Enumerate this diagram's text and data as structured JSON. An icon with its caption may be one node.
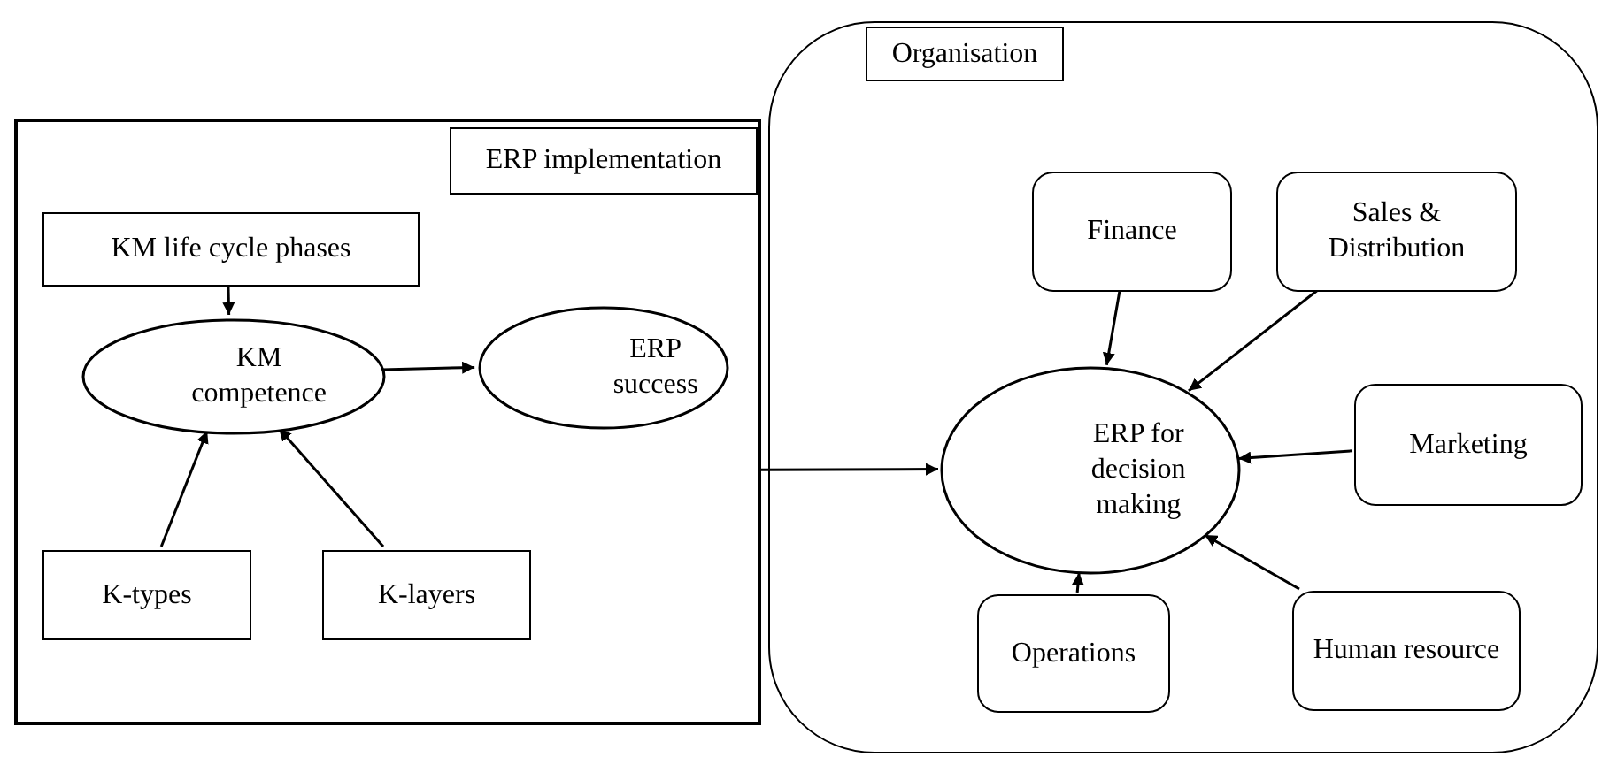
{
  "diagram": {
    "nodes": [
      {
        "text": [
          "Organisation"
        ]
      },
      {
        "text": [
          "ERP implementation"
        ]
      },
      {
        "text": [
          "KM life cycle phases"
        ],
        "in": 1
      },
      {
        "text": [
          "KM competence"
        ],
        "in": 1
      },
      {
        "text": [
          "ERP success"
        ],
        "in": 1
      },
      {
        "text": [
          "K-types"
        ],
        "in": 1
      },
      {
        "text": [
          "K-layers"
        ],
        "in": 1
      },
      {
        "text": [
          "Finance"
        ],
        "in": 0
      },
      {
        "text": [
          "Sales & Distribution"
        ],
        "in": 0
      },
      {
        "text": [
          "ERP for decision making"
        ],
        "in": 0
      },
      {
        "text": [
          "Marketing"
        ],
        "in": 0
      },
      {
        "text": [
          "Operations"
        ],
        "in": 0
      },
      {
        "text": [
          "Human resource"
        ],
        "in": 0
      }
    ],
    "edges": [
      {
        "from": 2,
        "to": 3,
        "arrow": "to"
      },
      {
        "from": 5,
        "to": 3,
        "arrow": "to"
      },
      {
        "from": 6,
        "to": 3,
        "arrow": "to"
      },
      {
        "from": 3,
        "to": 4,
        "arrow": "to"
      },
      {
        "from": 1,
        "to": 9,
        "arrow": "to"
      },
      {
        "from": 7,
        "to": 9,
        "arrow": "to"
      },
      {
        "from": 8,
        "to": 9,
        "arrow": "to"
      },
      {
        "from": 10,
        "to": 9,
        "arrow": "to"
      },
      {
        "from": 11,
        "to": 9,
        "arrow": "to"
      },
      {
        "from": 12,
        "to": 9,
        "arrow": "to"
      }
    ]
  }
}
